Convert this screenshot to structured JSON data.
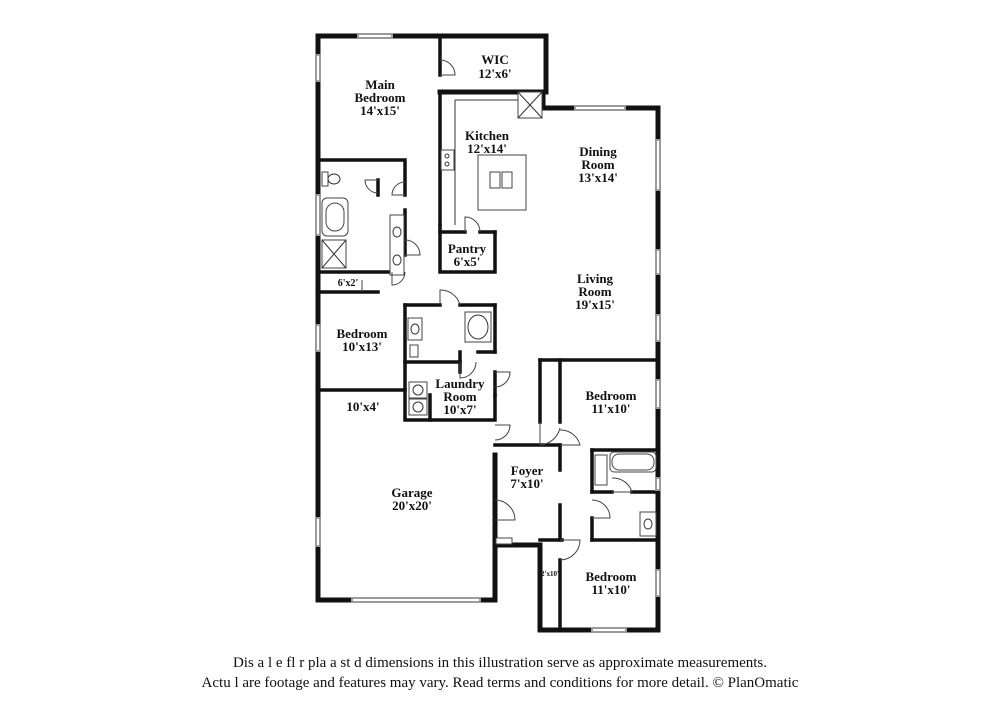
{
  "rooms": {
    "wic": {
      "name": "WIC",
      "dim": "12'x6'"
    },
    "main_bedroom": {
      "name_line1": "Main",
      "name_line2": "Bedroom",
      "dim": "14'x15'"
    },
    "kitchen": {
      "name": "Kitchen",
      "dim": "12'x14'"
    },
    "dining": {
      "name_line1": "Dining",
      "name_line2": "Room",
      "dim": "13'x14'"
    },
    "pantry": {
      "name": "Pantry",
      "dim": "6'x5'"
    },
    "closet_small": {
      "dim": "6'x2'"
    },
    "living": {
      "name_line1": "Living",
      "name_line2": "Room",
      "dim": "19'x15'"
    },
    "bedroom_left": {
      "name": "Bedroom",
      "dim": "10'x13'"
    },
    "laundry": {
      "name_line1": "Laundry",
      "name_line2": "Room",
      "dim": "10'x7'"
    },
    "storage": {
      "dim": "10'x4'"
    },
    "bedroom_right_upper": {
      "name": "Bedroom",
      "dim": "11'x10'"
    },
    "foyer": {
      "name": "Foyer",
      "dim": "7'x10'"
    },
    "garage": {
      "name": "Garage",
      "dim": "20'x20'"
    },
    "closet_tiny": {
      "dim": "2'x10'"
    },
    "bedroom_right_lower": {
      "name": "Bedroom",
      "dim": "11'x10'"
    }
  },
  "disclaimer": {
    "line1": "Dis   a     l   e fl   r pla  a   st   d dimensions in this illustration serve as approximate measurements.",
    "line2": "Actu   l   are footage and features may vary. Read terms and conditions for more detail. © PlanOmatic"
  }
}
